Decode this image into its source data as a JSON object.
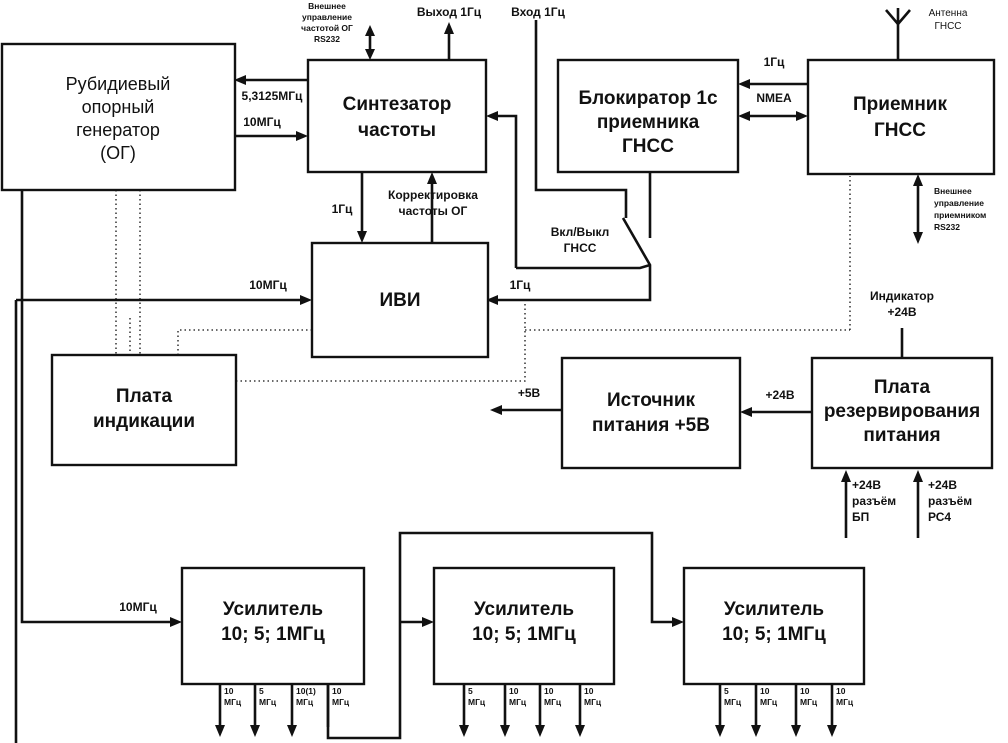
{
  "blocks": {
    "rubidium": [
      "Рубидиевый",
      "опорный",
      "генератор",
      "(ОГ)"
    ],
    "synth": [
      "Синтезатор",
      "частоты"
    ],
    "blocker": [
      "Блокиратор 1с",
      "приемника",
      "ГНСС"
    ],
    "receiver": [
      "Приемник",
      "ГНСС"
    ],
    "ivi": [
      "ИВИ"
    ],
    "display": [
      "Плата",
      "индикации"
    ],
    "psu": [
      "Источник",
      "питания +5В"
    ],
    "backup": [
      "Плата",
      "резервирования",
      "питания"
    ],
    "amp1": [
      "Усилитель",
      "10; 5; 1МГц"
    ],
    "amp2": [
      "Усилитель",
      "10; 5; 1МГц"
    ],
    "amp3": [
      "Усилитель",
      "10; 5; 1МГц"
    ]
  },
  "labels": {
    "ext_og": [
      "Внешнее",
      "управление",
      "частотой ОГ",
      "RS232"
    ],
    "out_1hz": "Выход 1Гц",
    "in_1hz": "Вход 1Гц",
    "antenna": [
      "Антенна",
      "ГНСС"
    ],
    "f53125": "5,3125МГц",
    "f10_og": "10МГц",
    "f1_top": "1Гц",
    "nmea": "NMEA",
    "f1_synth": "1Гц",
    "correction": [
      "Корректировка",
      "частоты ОГ"
    ],
    "ext_rx": [
      "Внешнее",
      "управление",
      "приемником",
      "RS232"
    ],
    "gnss_switch": [
      "Вкл/Выкл",
      "ГНСС"
    ],
    "f10_ivi": "10МГц",
    "f1_ivi": "1Гц",
    "indicator": [
      "Индикатор",
      "+24В"
    ],
    "p5v": "+5В",
    "p24v": "+24В",
    "conn_bp": [
      "+24В",
      "разъём",
      "БП"
    ],
    "conn_rs4": [
      "+24В",
      "разъём",
      "РС4"
    ],
    "f10_amp": "10МГц"
  },
  "amp_outputs": {
    "amp1": [
      [
        "10",
        "МГц"
      ],
      [
        "5",
        "МГц"
      ],
      [
        "10(1)",
        "МГц"
      ],
      [
        "10",
        "МГц"
      ]
    ],
    "amp2": [
      [
        "5",
        "МГц"
      ],
      [
        "10",
        "МГц"
      ],
      [
        "10",
        "МГц"
      ],
      [
        "10",
        "МГц"
      ]
    ],
    "amp3": [
      [
        "5",
        "МГц"
      ],
      [
        "10",
        "МГц"
      ],
      [
        "10",
        "МГц"
      ],
      [
        "10",
        "МГц"
      ]
    ]
  }
}
